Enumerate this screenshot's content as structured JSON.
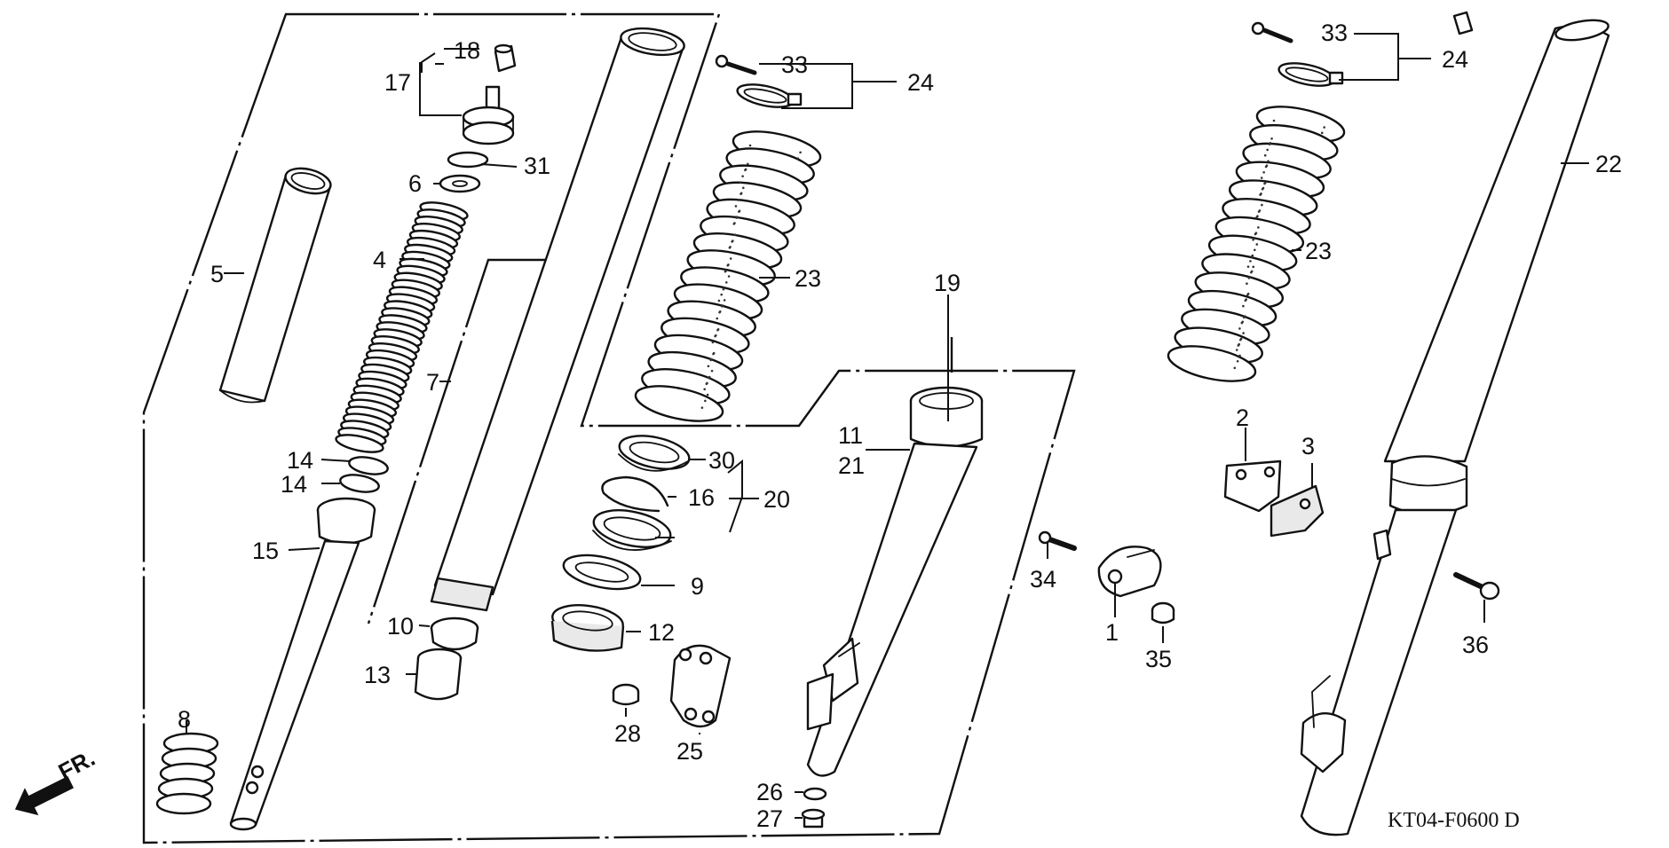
{
  "diagram_code": "KT04-F0600 D",
  "direction_label": "FR.",
  "callouts": {
    "c1": "1",
    "c2": "2",
    "c3": "3",
    "c4": "4",
    "c5": "5",
    "c6": "6",
    "c7": "7",
    "c8": "8",
    "c9": "9",
    "c10": "10",
    "c11": "11",
    "c12": "12",
    "c13": "13",
    "c14a": "14",
    "c14b": "14",
    "c15": "15",
    "c16": "16",
    "c17": "17",
    "c18": "18",
    "c19": "19",
    "c20": "20",
    "c21": "21",
    "c22": "22",
    "c23a": "23",
    "c23b": "23",
    "c24a": "24",
    "c24b": "24",
    "c25": "25",
    "c26": "26",
    "c27": "27",
    "c28": "28",
    "c30": "30",
    "c31": "31",
    "c33a": "33",
    "c33b": "33",
    "c34": "34",
    "c35": "35",
    "c36": "36"
  }
}
